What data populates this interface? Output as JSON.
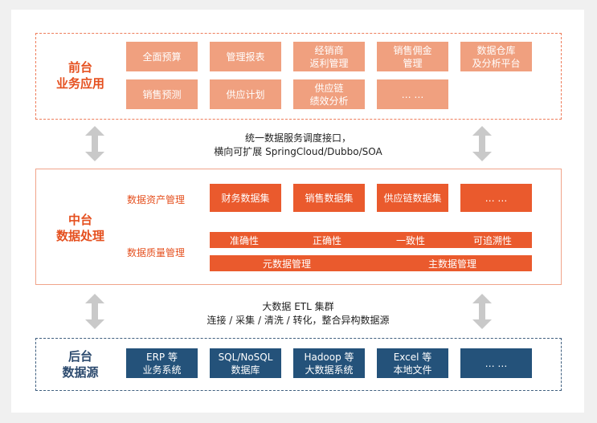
{
  "front": {
    "title": "前台\n业务应用",
    "row1": [
      "全面预算",
      "管理报表",
      "经销商\n返利管理",
      "销售佣金\n管理",
      "数据仓库\n及分析平台"
    ],
    "row2": [
      "销售预测",
      "供应计划",
      "供应链\n绩效分析",
      "… …"
    ]
  },
  "link_top": "统一数据服务调度接口，\n横向可扩展 SpringCloud/Dubbo/SOA",
  "middle": {
    "title": "中台\n数据处理",
    "asset_label": "数据资产管理",
    "asset_items": [
      "财务数据集",
      "销售数据集",
      "供应链数据集",
      "… …"
    ],
    "quality_label": "数据质量管理",
    "quality_items": [
      "准确性",
      "正确性",
      "一致性",
      "可追溯性"
    ],
    "mgmt_items": [
      "元数据管理",
      "主数据管理"
    ]
  },
  "link_bottom": "大数据 ETL 集群\n连接 / 采集 / 清洗 / 转化，整合异构数据源",
  "back": {
    "title": "后台\n数据源",
    "items": [
      "ERP 等\n业务系统",
      "SQL/NoSQL\n数据库",
      "Hadoop 等\n大数据系统",
      "Excel 等\n本地文件",
      "… …"
    ]
  },
  "colors": {
    "accent_orange": "#ea5a2d",
    "light_orange": "#f0a07f",
    "navy": "#24527a",
    "arrow_gray": "#c9c9c9"
  }
}
